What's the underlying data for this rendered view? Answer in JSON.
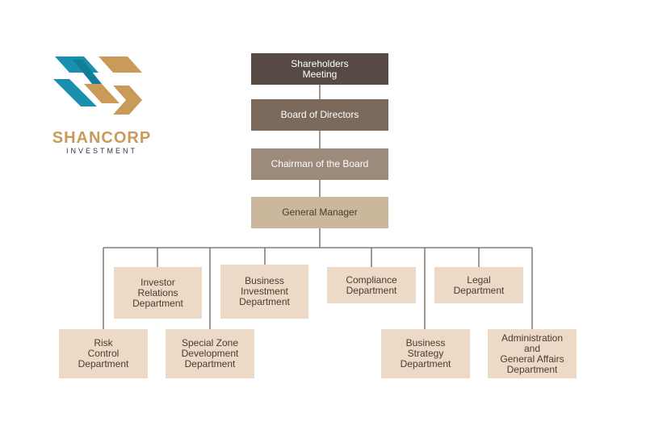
{
  "colors": {
    "level1": "#574a44",
    "level2": "#7b6a5c",
    "level3": "#9c8a7b",
    "level4": "#cbb79c",
    "dept": "#eddac6",
    "line": "#6e6358",
    "logo_blue": "#1a8fae",
    "logo_gold": "#c99a58"
  },
  "logo": {
    "name": "SHANCORP",
    "tagline": "INVESTMENT",
    "icon": "shancorp-logo-mark"
  },
  "chain": [
    {
      "label": "Shareholders\nMeeting"
    },
    {
      "label": "Board of Directors"
    },
    {
      "label": "Chairman of the Board"
    },
    {
      "label": "General Manager"
    }
  ],
  "departments": [
    {
      "label": "Risk\nControl\nDepartment"
    },
    {
      "label": "Investor\nRelations\nDepartment"
    },
    {
      "label": "Special Zone\nDevelopment\nDepartment"
    },
    {
      "label": "Business\nInvestment\nDepartment"
    },
    {
      "label": "Compliance\nDepartment"
    },
    {
      "label": "Business\nStrategy\nDepartment"
    },
    {
      "label": "Legal\nDepartment"
    },
    {
      "label": "Administration\nand\nGeneral Affairs\nDepartment"
    }
  ]
}
